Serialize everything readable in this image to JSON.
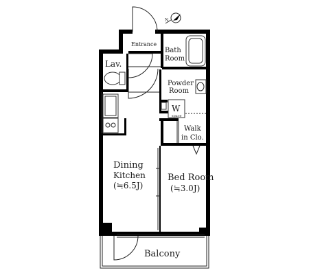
{
  "rooms": {
    "entrance": "Entrance",
    "bath_line1": "Bath",
    "bath_line2": "Room",
    "lav": "Lav.",
    "powder_line1": "Powder",
    "powder_line2": "Room",
    "washer": "W",
    "washer_sub": "space",
    "walkin_line1": "Walk",
    "walkin_line2": "in Clo.",
    "dining_line1": "Dining",
    "dining_line2": "Kitchen",
    "dining_area": "(≒6.5J)",
    "bed_line1": "Bed Room",
    "bed_area": "(≒3.0J)",
    "balcony": "Balcony"
  },
  "compass": {
    "label": "N"
  }
}
